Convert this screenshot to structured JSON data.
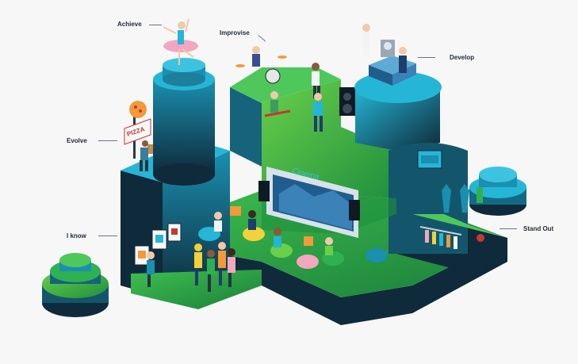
{
  "labels": {
    "achieve": "Achieve",
    "improvise": "Improvise",
    "develop": "Develop",
    "evolve": "Evolve",
    "i_know": "I know",
    "stand_out": "Stand Out"
  },
  "signs": {
    "pizza": "PIZZA",
    "screen": "Cinema"
  },
  "colors": {
    "dark_navy": "#0f2a3a",
    "teal": "#1a8fb0",
    "cyan": "#25b6d6",
    "green": "#22a447",
    "lime": "#6ad04a",
    "pink": "#f3a6c0",
    "orange": "#f29a3a",
    "yellow": "#f3d13a",
    "text": "#1f2a36"
  }
}
